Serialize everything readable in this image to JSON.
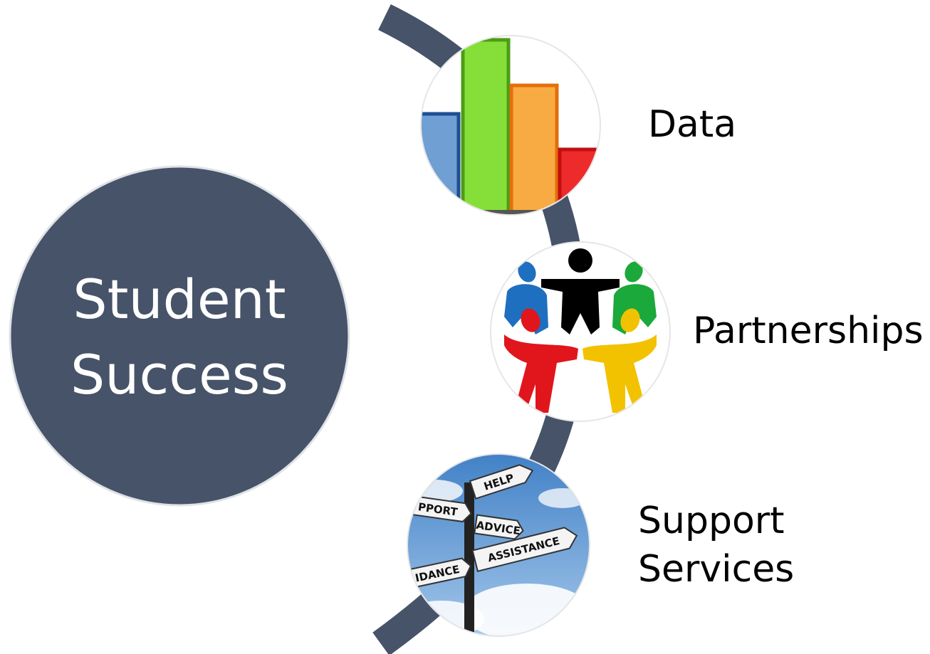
{
  "main": {
    "title_line1": "Student",
    "title_line2": "Success"
  },
  "items": [
    {
      "label": "Data",
      "icon": "bar-chart-icon"
    },
    {
      "label": "Partnerships",
      "icon": "people-circle-icon"
    },
    {
      "label_line1": "Support",
      "label_line2": "Services",
      "icon": "signpost-icon"
    }
  ],
  "signpost": {
    "help": "HELP",
    "support": "PPORT",
    "advice": "ADVICE",
    "assistance": "ASSISTANCE",
    "guidance": "IDANCE"
  },
  "colors": {
    "arc": "#465369",
    "main_circle": "#465369",
    "bar_blue": "#6f9fd3",
    "bar_green": "#86df38",
    "bar_orange": "#f8ab42",
    "bar_red": "#ee2b2b",
    "person_blue": "#1f6fc0",
    "person_black": "#000000",
    "person_green": "#1aa93a",
    "person_red": "#e0161c",
    "person_yellow": "#f2c200"
  }
}
